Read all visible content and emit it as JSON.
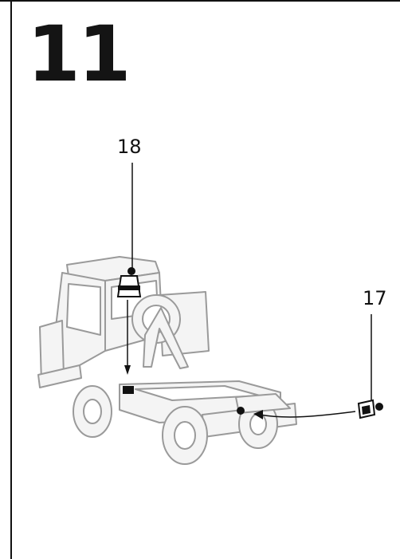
{
  "step": {
    "number": "11"
  },
  "callouts": [
    {
      "id": "18",
      "label": "18"
    },
    {
      "id": "17",
      "label": "17"
    }
  ]
}
